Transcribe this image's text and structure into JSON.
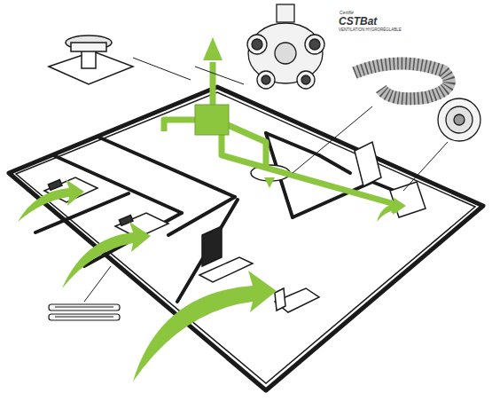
{
  "diagram": {
    "labels": [
      "Certifié",
      "CSTBat",
      "VENTILATION HYGRORÉGLABLE"
    ]
  }
}
